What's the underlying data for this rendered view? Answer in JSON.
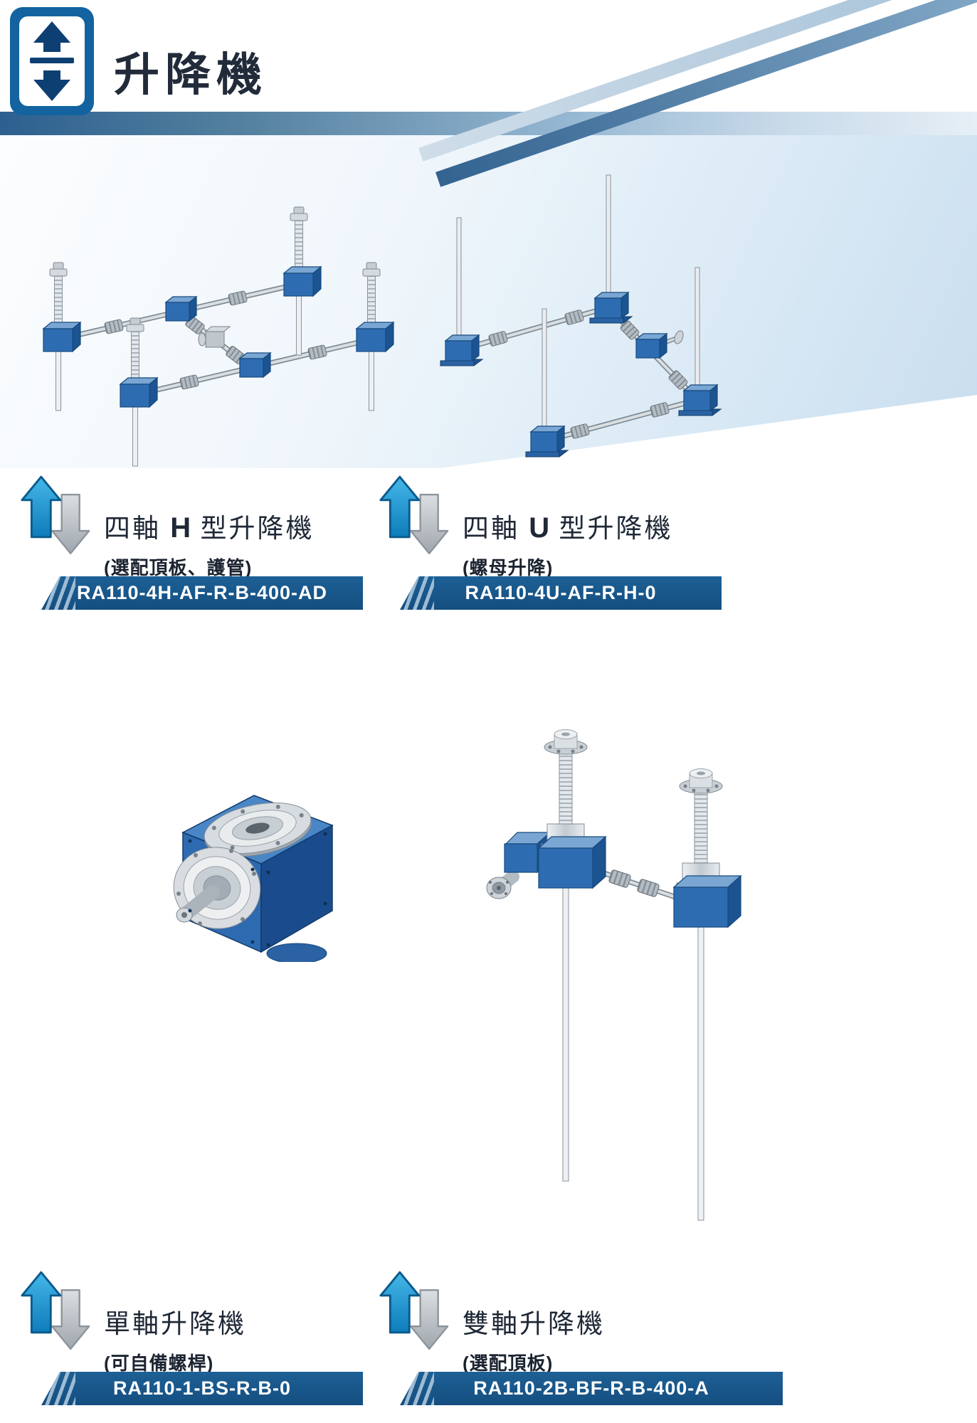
{
  "header": {
    "title": "升降機"
  },
  "products": [
    {
      "title_prefix": "四軸 ",
      "title_letter": "H",
      "title_suffix": " 型升降機",
      "subtitle": "(選配頂板、護管)",
      "model": "RA110-4H-AF-R-B-400-AD"
    },
    {
      "title_prefix": "四軸 ",
      "title_letter": "U",
      "title_suffix": " 型升降機",
      "subtitle": "(螺母升降)",
      "model": "RA110-4U-AF-R-H-0"
    },
    {
      "title": "單軸升降機",
      "subtitle": "(可自備螺桿)",
      "model": "RA110-1-BS-R-B-0"
    },
    {
      "title": "雙軸升降機",
      "subtitle": "(選配頂板)",
      "model": "RA110-2B-BF-R-B-400-A"
    }
  ],
  "illustrations": [
    {
      "name": "four-axis-h-lift-drawing"
    },
    {
      "name": "four-axis-u-lift-drawing"
    },
    {
      "name": "single-axis-gearbox-drawing"
    },
    {
      "name": "double-axis-lift-drawing"
    }
  ],
  "icons": {
    "header_logo": "up-down-lift-arrows-icon",
    "product_bullet": "up-down-3d-arrows-icon"
  },
  "colors": {
    "banner_blue": "#18568a",
    "machine_blue": "#2e6cb2",
    "accent_cyan": "#1b9fd8",
    "arrow_gray": "#b9bec4",
    "panel_light_blue": "#d6e7f4",
    "title_dark": "#1f2836"
  }
}
